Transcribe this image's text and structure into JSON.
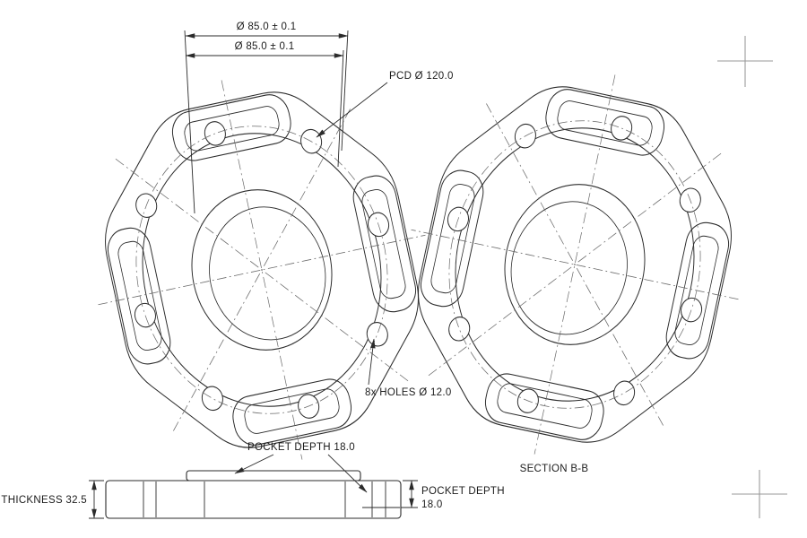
{
  "annotations": {
    "dim_bore_outer": "Ø 85.0 ± 0.1",
    "dim_bore_inner": "Ø 85.0 ± 0.1",
    "pcd": "PCD Ø 120.0",
    "holes": "8x HOLES Ø 12.0",
    "pocket_depth_plan": "POCKET DEPTH 18.0",
    "thickness": "THICKNESS 32.5",
    "pocket_depth_section_line1": "POCKET DEPTH",
    "pocket_depth_section_line2": "18.0",
    "section": "SECTION B-B"
  },
  "colors": {
    "line": "#2b2b2b",
    "centerline": "#6a6a6a",
    "crosshair": "#9a9a9a",
    "background": "#ffffff"
  }
}
